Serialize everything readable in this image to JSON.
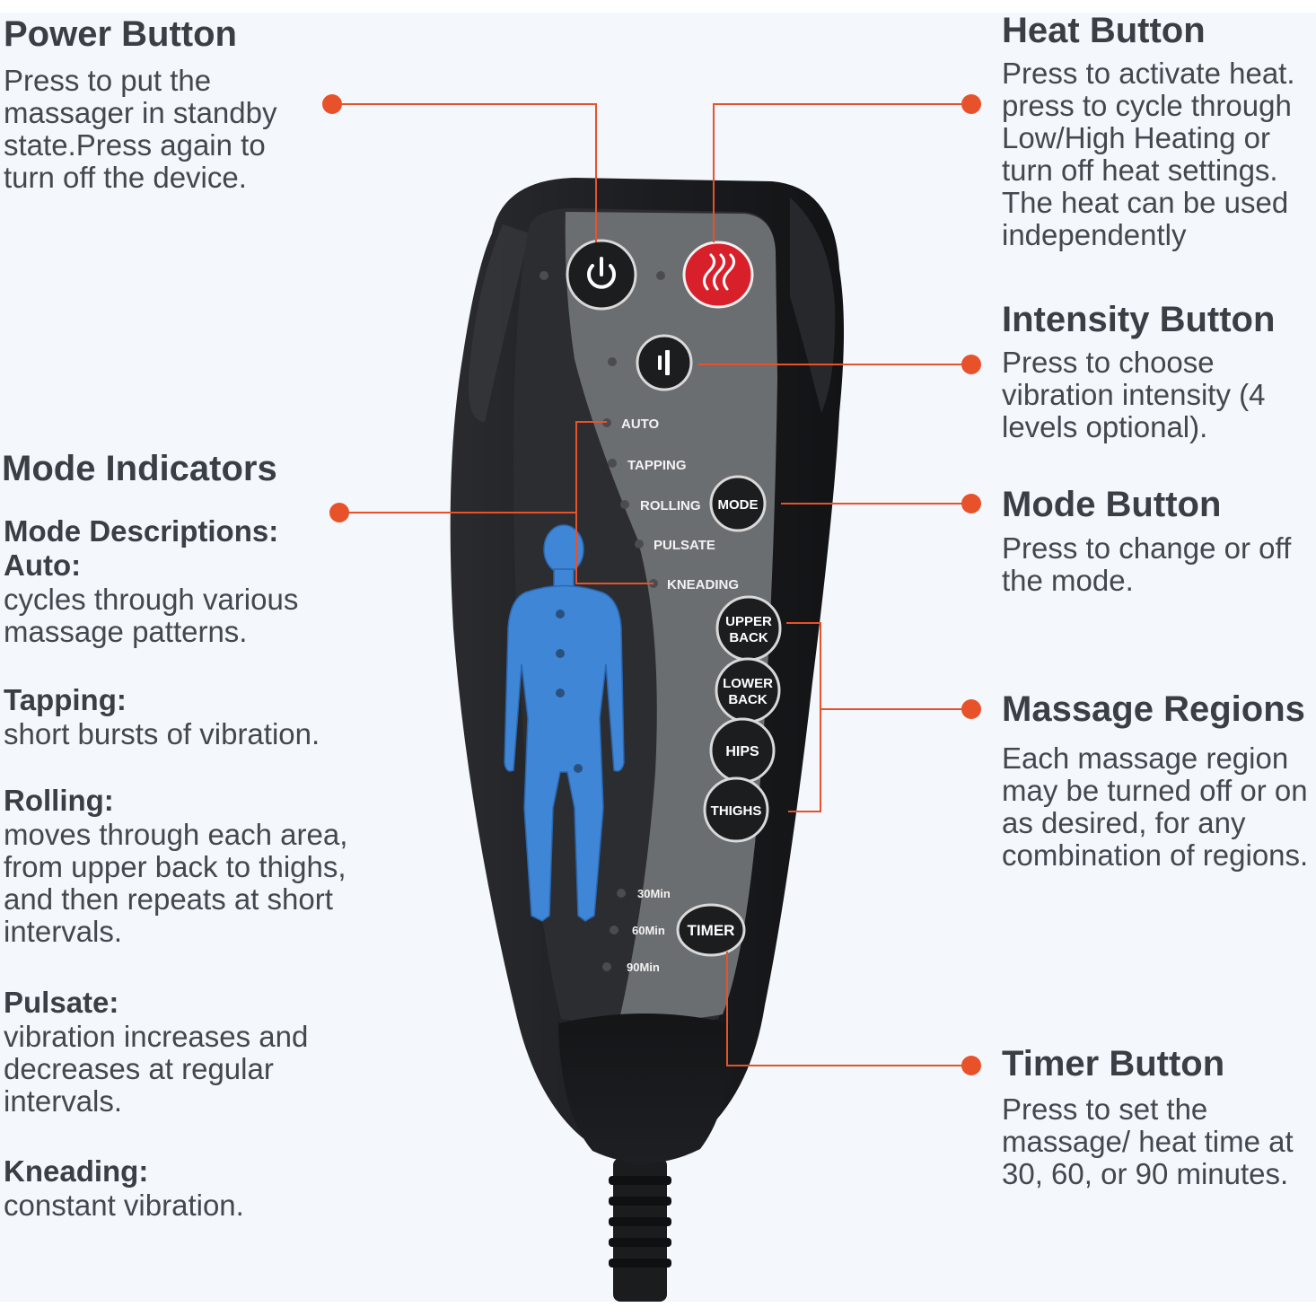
{
  "callouts": {
    "power": {
      "title": "Power Button",
      "text": "Press to put the massager in standby state.Press again to turn off the device."
    },
    "heat": {
      "title": "Heat Button",
      "text": "Press to activate heat. press to cycle through Low/High Heating or turn off heat settings. The heat can be used independently"
    },
    "intensity": {
      "title": "Intensity Button",
      "text": "Press to choose vibration intensity (4 levels optional)."
    },
    "mode": {
      "title": "Mode Button",
      "text": "Press to change or off the mode."
    },
    "regions": {
      "title": "Massage Regions",
      "text": "Each massage region may be turned off or on as desired, for any combination of regions."
    },
    "timer": {
      "title": "Timer Button",
      "text": "Press to set the massage/ heat time at 30, 60, or 90 minutes."
    }
  },
  "mode_indicators": {
    "title": "Mode Indicators",
    "descriptions_title": "Mode Descriptions:",
    "modes": [
      {
        "name": "Auto:",
        "desc": "cycles through various massage patterns."
      },
      {
        "name": "Tapping:",
        "desc": "short bursts of vibration."
      },
      {
        "name": "Rolling:",
        "desc": "moves through each area, from upper back to thighs, and then repeats at short intervals."
      },
      {
        "name": "Pulsate:",
        "desc": "vibration increases and decreases at regular intervals."
      },
      {
        "name": "Kneading:",
        "desc": "constant vibration."
      }
    ]
  },
  "remote": {
    "mode_labels": [
      "AUTO",
      "TAPPING",
      "ROLLING",
      "PULSATE",
      "KNEADING"
    ],
    "mode_button": "MODE",
    "region_buttons": [
      {
        "line1": "UPPER",
        "line2": "BACK"
      },
      {
        "line1": "LOWER",
        "line2": "BACK"
      },
      {
        "line1": "HIPS",
        "line2": ""
      },
      {
        "line1": "THIGHS",
        "line2": ""
      }
    ],
    "timer_button": "TIMER",
    "timer_labels": [
      "30Min",
      "60Min",
      "90Min"
    ]
  },
  "colors": {
    "accent": "#e8522a",
    "body_figure": "#3f86d6",
    "heat_button": "#d8202a",
    "remote_shell": "#1f2022",
    "panel": "#6b6e71"
  },
  "icons": {
    "power": "power-icon",
    "heat": "heat-waves-icon",
    "intensity": "vibration-intensity-icon",
    "callout_dot": "callout-dot"
  }
}
